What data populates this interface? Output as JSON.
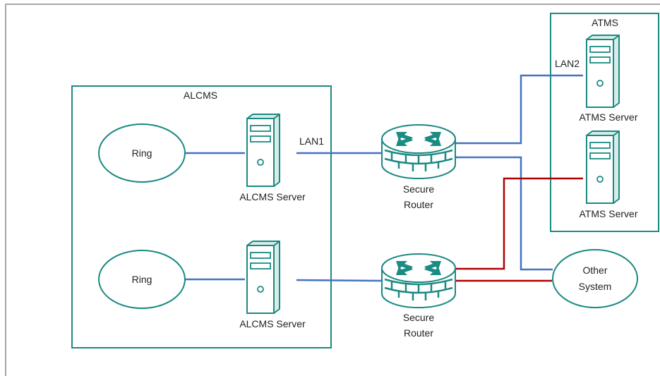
{
  "colors": {
    "teal": "#1a8a82",
    "teal_fill": "#d7ece9",
    "blue_link": "#4472c4",
    "red_link": "#b00000",
    "router_face": "#1b8c84",
    "router_body": "#ffffff"
  },
  "diagram": {
    "alcms_group": {
      "title": "ALCMS"
    },
    "atms_group": {
      "title": "ATMS"
    },
    "rings": [
      {
        "label": "Ring"
      },
      {
        "label": "Ring"
      }
    ],
    "alcms_servers": [
      {
        "label": "ALCMS Server",
        "icon": "server-icon"
      },
      {
        "label": "ALCMS Server",
        "icon": "server-icon"
      }
    ],
    "atms_servers": [
      {
        "label": "ATMS Server",
        "icon": "server-icon"
      },
      {
        "label": "ATMS Server",
        "icon": "server-icon"
      }
    ],
    "routers": [
      {
        "line1": "Secure",
        "line2": "Router",
        "icon": "router-icon"
      },
      {
        "line1": "Secure",
        "line2": "Router",
        "icon": "router-icon"
      }
    ],
    "other_system": {
      "line1": "Other",
      "line2": "System"
    },
    "links": {
      "lan1": "LAN1",
      "lan2": "LAN2"
    }
  }
}
